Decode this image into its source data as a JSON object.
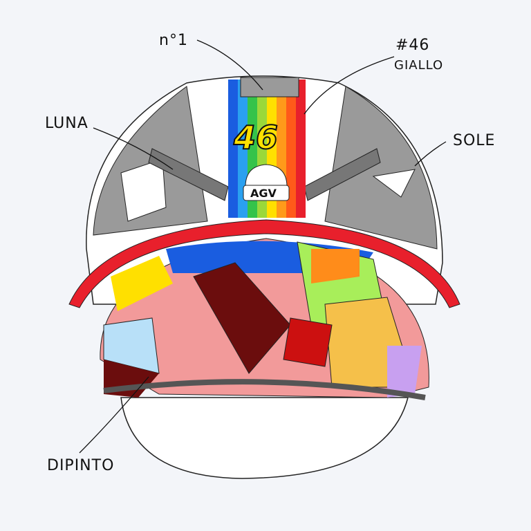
{
  "labels": {
    "n1": "n°1",
    "number_46": "#46",
    "giallo": "GIALLO",
    "luna": "LUNA",
    "sole": "SOLE",
    "dipinto": "DIPINTO"
  },
  "helmet": {
    "race_number": "46",
    "brand_logo": "AGV"
  },
  "colors": {
    "background": "#f3f5f9",
    "shell_grey": "#9a9a9a",
    "red_band": "#e8202c",
    "yellow": "#ffe000",
    "blue": "#1a5de0"
  }
}
